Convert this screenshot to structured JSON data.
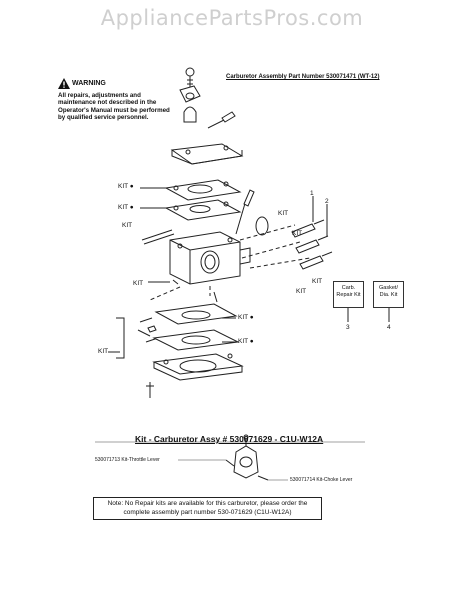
{
  "watermark": "AppliancePartsPros.com",
  "warning": {
    "title": "WARNING",
    "text": "All repairs, adjustments and maintenance not described in the Operator's Manual must be performed by qualified service personnel."
  },
  "assembly_title": "Carburetor Assembly Part Number 530071471  (WT-12)",
  "callouts": {
    "kit_star": "KIT ●",
    "kit": "KIT",
    "ref_1": "1",
    "ref_2": "2",
    "ref_3": "3",
    "ref_4": "4"
  },
  "kit_boxes": [
    {
      "label": "Carb. Repair Kit"
    },
    {
      "label": "Gasket/ Dia. Kit"
    }
  ],
  "kit_section": {
    "title": "Kit - Carburetor Assy # 530071629 - C1U-W12A",
    "throttle_lever": "530071713 Kit-Throttle Lever",
    "choke_lever": "530071714 Kit-Choke Lever"
  },
  "note": "Note: No Repair kits are available for this carburetor, please order the complete assembly part number 530-071629  (C1U-W12A)",
  "colors": {
    "line": "#222222",
    "watermark": "#cfcfcf"
  }
}
